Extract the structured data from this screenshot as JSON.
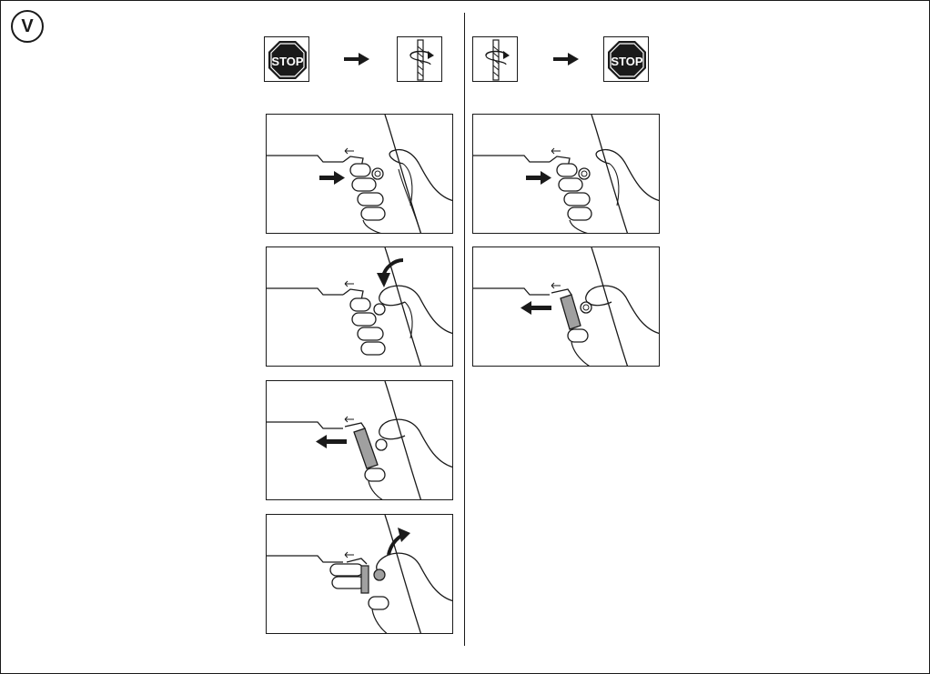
{
  "step": {
    "label": "V"
  },
  "symbols": {
    "stop_text": "STOP"
  },
  "colors": {
    "ink": "#1a1a1a",
    "fill_gray": "#a0a0a0",
    "background": "#ffffff"
  },
  "left_column": {
    "sequence": [
      "stop-sign-icon",
      "arrow-right-icon",
      "rotating-drill-icon"
    ],
    "panels": [
      {
        "action": "press-button",
        "motion": "arrow-right"
      },
      {
        "action": "rotate-thumb-down",
        "motion": "curved-arrow-down"
      },
      {
        "action": "slide-lever-out",
        "motion": "arrow-left"
      },
      {
        "action": "release-thumb-up",
        "motion": "curved-arrow-up"
      }
    ]
  },
  "right_column": {
    "sequence": [
      "rotating-drill-icon",
      "arrow-right-icon",
      "stop-sign-icon"
    ],
    "panels": [
      {
        "action": "press-button",
        "motion": "arrow-right"
      },
      {
        "action": "slide-lever-out",
        "motion": "arrow-left"
      }
    ]
  }
}
